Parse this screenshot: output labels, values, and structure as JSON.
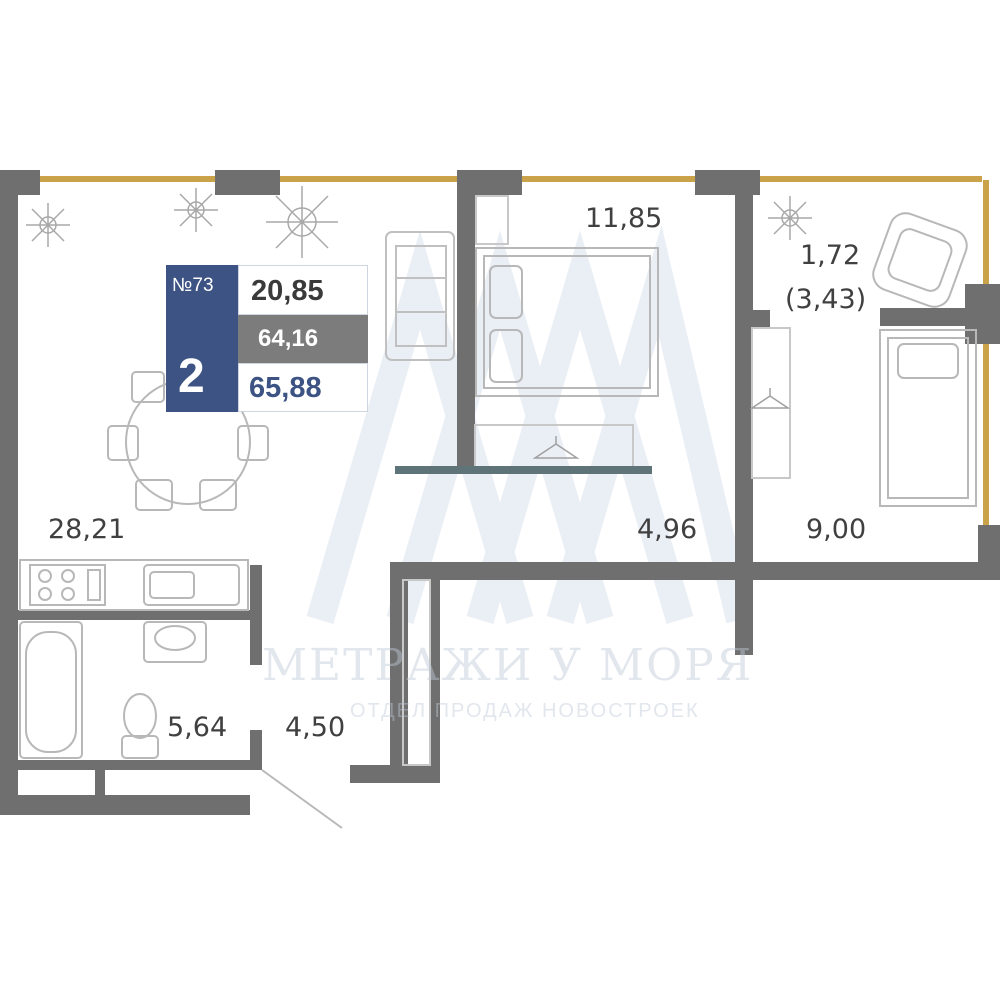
{
  "apartment": {
    "number": "№73",
    "rooms": "2",
    "living_area": "20,85",
    "total_area_without_balcony": "64,16",
    "total_area": "65,88"
  },
  "room_areas": {
    "living_kitchen": "28,21",
    "bedroom": "11,85",
    "balcony": "1,72",
    "balcony_full": "(3,43)",
    "corridor": "4,96",
    "small_room": "9,00",
    "bathroom": "5,64",
    "hall": "4,50"
  },
  "watermark": {
    "title": "МЕТРАЖИ У МОРЯ",
    "subtitle": "ОТДЕЛ ПРОДАЖ НОВОСТРОЕК"
  },
  "colors": {
    "wall": "#6f6f6f",
    "window": "#c9a24a",
    "card_blue": "#3c5383",
    "card_gray": "#7c7c7c",
    "text": "#404040"
  }
}
